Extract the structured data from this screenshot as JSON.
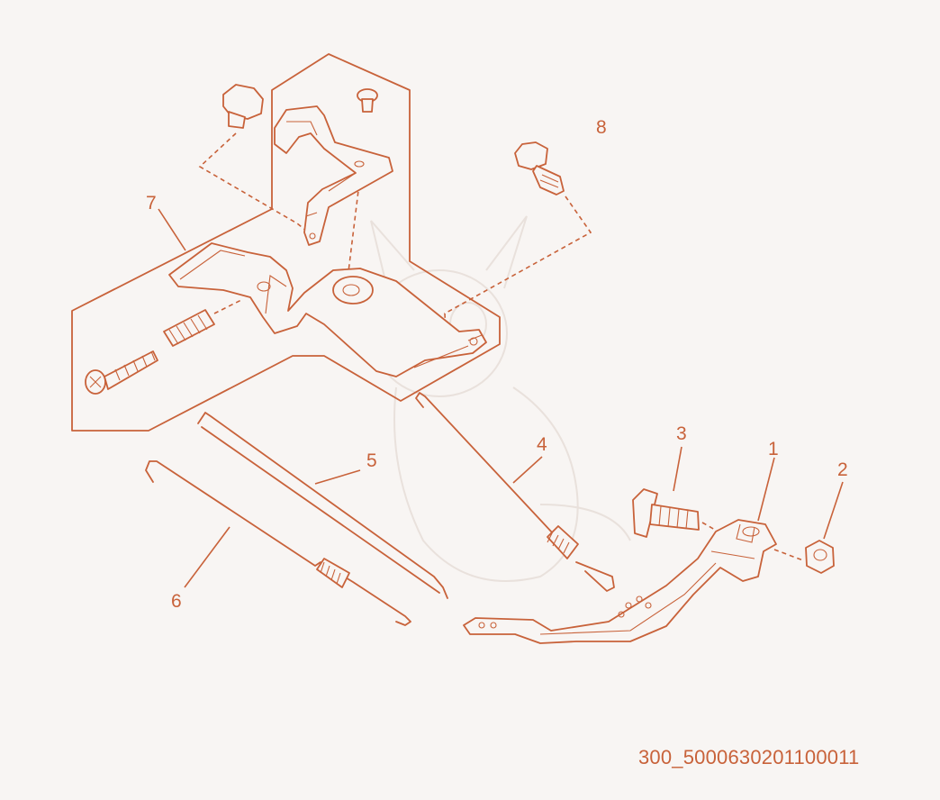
{
  "diagram": {
    "callouts": [
      {
        "id": "label-1",
        "text": "1"
      },
      {
        "id": "label-2",
        "text": "2"
      },
      {
        "id": "label-3",
        "text": "3"
      },
      {
        "id": "label-4",
        "text": "4"
      },
      {
        "id": "label-5",
        "text": "5"
      },
      {
        "id": "label-6",
        "text": "6"
      },
      {
        "id": "label-7",
        "text": "7"
      },
      {
        "id": "label-8",
        "text": "8"
      }
    ],
    "reference_code": "300_5000630201100011"
  },
  "colors": {
    "line": "#c8623a",
    "background": "#f8f5f3",
    "watermark": "#e9e1dc"
  }
}
